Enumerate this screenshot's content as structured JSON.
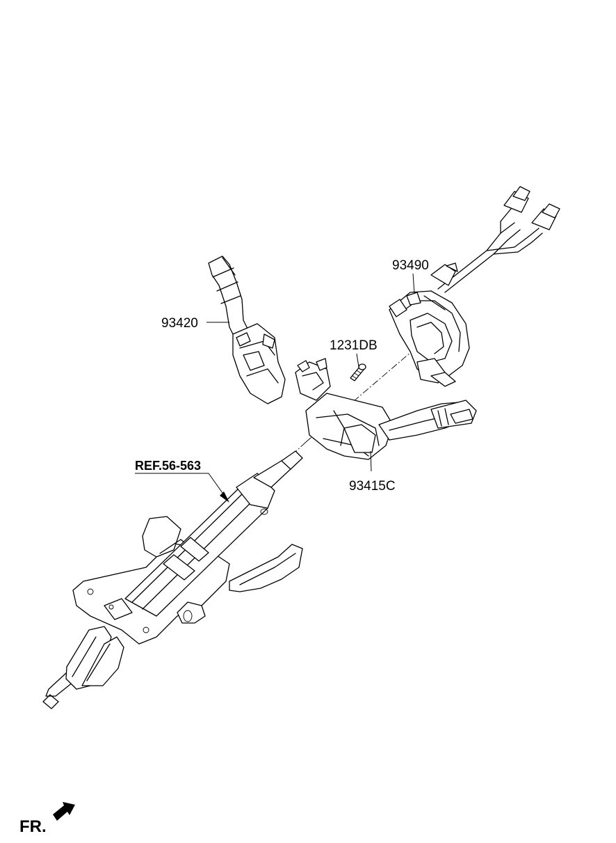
{
  "labels": {
    "part_93490": "93490",
    "part_93420": "93420",
    "part_1231DB": "1231DB",
    "part_93415C": "93415C",
    "ref_column": "REF.56-563",
    "direction": "FR."
  }
}
